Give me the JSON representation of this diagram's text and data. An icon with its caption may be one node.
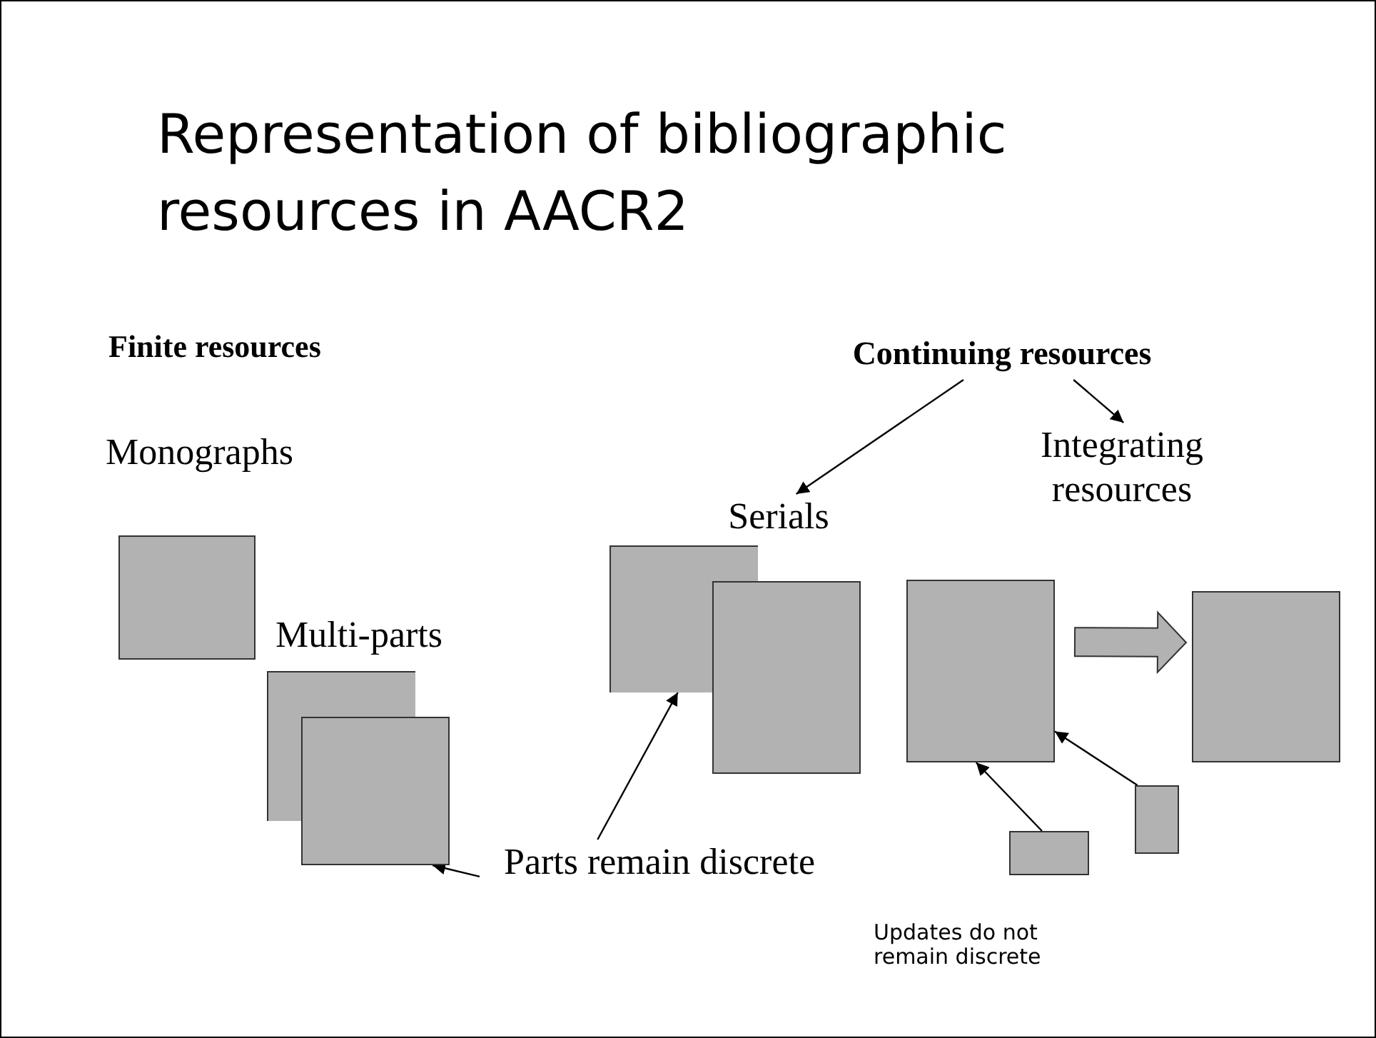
{
  "diagram": {
    "title": "Representation of bibliographic resources in AACR2",
    "nodes": [
      {
        "text": [
          "Continuing resources"
        ]
      },
      {
        "text": [
          "Serials"
        ]
      },
      {
        "text": [
          "Integrating resources"
        ]
      },
      {
        "text": [],
        "shape": "box"
      },
      {
        "text": [],
        "shape": "box"
      },
      {
        "text": [],
        "shape": "box"
      },
      {
        "text": [],
        "shape": "box"
      },
      {
        "text": [],
        "shape": "box"
      },
      {
        "text": [],
        "shape": "box"
      },
      {
        "text": [],
        "shape": "box"
      },
      {
        "text": [],
        "shape": "box"
      },
      {
        "text": [],
        "shape": "box"
      },
      {
        "text": [
          "Parts remain discrete"
        ]
      }
    ],
    "edges": [
      {
        "from": 0,
        "to": 1,
        "arrow": "to"
      },
      {
        "from": 0,
        "to": 2,
        "arrow": "to"
      },
      {
        "from": 12,
        "to": 5,
        "arrow": "to"
      },
      {
        "from": 12,
        "to": 6,
        "arrow": "to"
      },
      {
        "from": 8,
        "to": 9,
        "arrow": "to",
        "style": "thick"
      },
      {
        "from": 10,
        "to": 8,
        "arrow": "to"
      },
      {
        "from": 11,
        "to": 8,
        "arrow": "to"
      }
    ],
    "labels": [
      "Finite resources",
      "Monographs",
      "Multi-parts",
      "Updates do not remain discrete"
    ]
  }
}
